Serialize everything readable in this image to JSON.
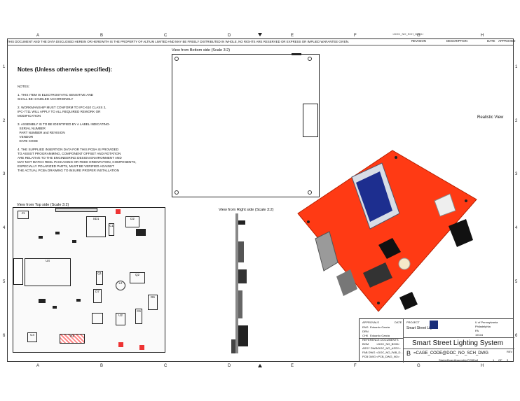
{
  "columns_top": [
    "A",
    "B",
    "C",
    "D",
    "E",
    "F",
    "G",
    "H"
  ],
  "columns_bottom": [
    "A",
    "B",
    "C",
    "D",
    "E",
    "F",
    "G",
    "H"
  ],
  "rows": [
    "1",
    "2",
    "3",
    "4",
    "5",
    "6"
  ],
  "disclaimer": "THIS DOCUMENT AND THE DATA DISCLOSED HEREIN OR HEREWITH IS THE PROPERTY OF ALTIUM LIMITED AND MAY BE FREELY DISTRIBUTED IN WHOLE, NO RIGHTS ARE RESERVED OR EXPRESS OR IMPLIED WARANTEE GIVEN.",
  "revision_table": {
    "revision": "REVISION",
    "description": "DESCRIPTION",
    "date": "DATE",
    "approved": "APPROVED",
    "doc_code": "<DOC_NO_SCH_DWG>"
  },
  "notes": {
    "title": "Notes (Unless otherwise specified):",
    "body": "NOTES:\n\n1. THIS ITEM IS ELECTROSTATIC SENSITIVE AND\nSHALL BE HANDLED ACCORDINGLY\n\n2. WORKMANSHIP MUST CONFORM TO IPC-610 CLASS 2,\nIPC-7711 WILL APPLY TO ALL REQUIRED REWORK OR\nMODIFICATION\n\n3. ASSEMBLY IS TO BE IDENTIFIED BY A LABEL INDICATING-\n  SERIAL NUMBER\n  PART NUMBER and REVISION\n  VENDOR\n  DATE CODE\n\n4. THE SUPPLIED INSERTION DATA FOR THIS PCBA IS PROVIDED\nTO ASSIST PROGRAMMING, COMPONENT OFFSET AND ROTATION\nARE RELATIVE TO THE ENGINEERING DESIGN ENVIRONMENT AND\nMAY NOT MATCH REEL PACKAGING OR FEED ORIENTATION, COMPONENTS,\nESPECIALLY POLARIZED PARTS, MUST BE VERIFIED AGAINST\nTHE ACTUAL PCBA DRAWING TO INSURE PROPER INSTALLATION"
  },
  "views": {
    "bottom": "View from Bottom side (Scale 3:2)",
    "top": "View from Top side (Scale 3:2)",
    "right": "View from Right side (Scale 3:2)",
    "realistic": "Realistic View"
  },
  "components": {
    "j1": "J1",
    "sd1": "SD1",
    "d2": "D2",
    "c1": "C1",
    "u4": "U4",
    "q1": "Q1",
    "q2": "Q2",
    "d7": "D7",
    "u2": "U2",
    "l2": "L2",
    "d6": "D6",
    "p4": "P4",
    "c4": "C4",
    "c6": "C6"
  },
  "title_block": {
    "approvals": "APPROVALS",
    "date": "DATE",
    "project_label": "PROJECT",
    "project": "Smart Street Lig...",
    "eng": "ENG",
    "drn": "DRN",
    "chk": "CHK",
    "eng_name": "Eduardo Garcia",
    "drn_name": "Eduardo Garcia",
    "reference_docs": "REFERENCE DOCUMENTS",
    "bom": "BOM",
    "bom_val": "<DOC_NO_BOM>",
    "assy": "ASSY DWG",
    "assy_val": "<DOC_NO_ASSY>",
    "fab": "FAB DWG",
    "fab_val": "<DOC_NO_FAB_D...",
    "pcb": "PCB DWG",
    "pcb_val": "<PCB_DWG_NO>",
    "org": "U of Pennsylvania",
    "city": "Philadelphia",
    "state": "PA",
    "zip": "19104",
    "title": "Smart Street Lighting System",
    "size": "B",
    "code": "=CAGE_CODE@DOC_NO_SCH_DWG",
    "file": "StarterBoardAssembly.PCBDwf",
    "sheet": "1",
    "of": "OF",
    "sheets": "3",
    "rev": "REV"
  },
  "colors": {
    "pcb_red": "#ff3a14",
    "silk": "#ffffff",
    "frame": "#333333"
  }
}
